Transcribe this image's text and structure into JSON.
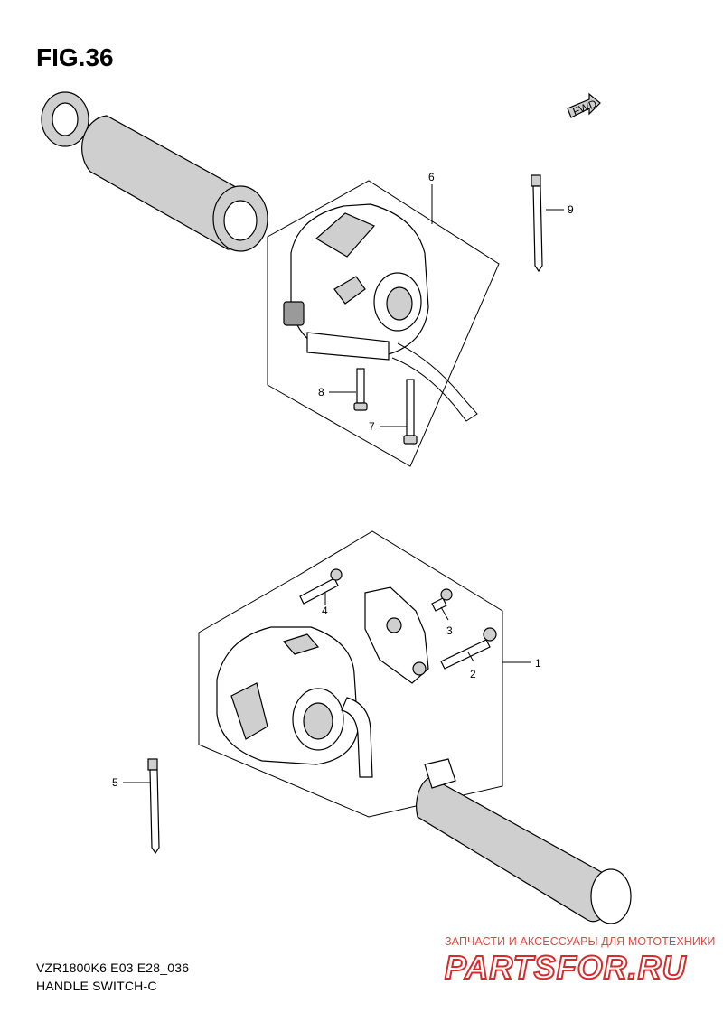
{
  "figure_title": "FIG.36",
  "fwd_label": "FWD",
  "callouts": [
    "1",
    "2",
    "3",
    "4",
    "5",
    "6",
    "7",
    "8",
    "9"
  ],
  "caption_model": "VZR1800K6 E03 E28_036",
  "caption_name": "HANDLE SWITCH-C",
  "watermark_tagline": "ЗАПЧАСТИ И АКСЕССУАРЫ ДЛЯ МОТОТЕХНИКИ",
  "watermark_brand": "PARTSFOR.RU"
}
